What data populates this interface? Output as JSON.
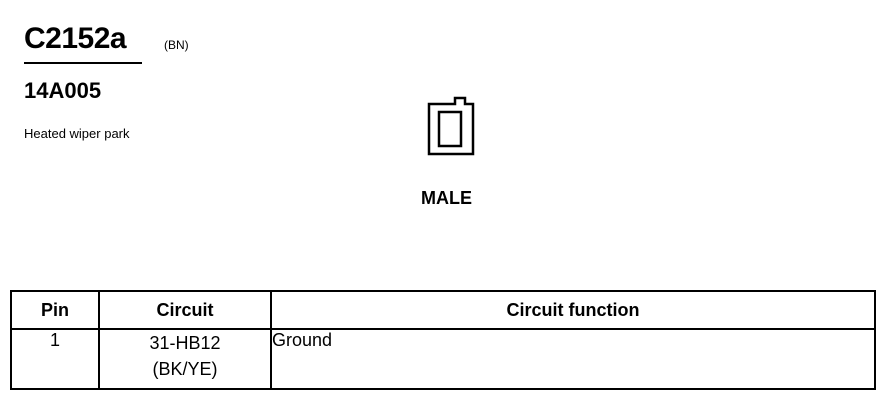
{
  "connector": {
    "id": "C2152a",
    "color_code": "(BN)",
    "part_number": "14A005",
    "description": "Heated wiper park",
    "gender": "MALE"
  },
  "pin_table": {
    "headers": {
      "pin": "Pin",
      "circuit": "Circuit",
      "function": "Circuit function"
    },
    "rows": [
      {
        "pin": "1",
        "circuit": "31-HB12",
        "wire_color": "(BK/YE)",
        "function": "Ground"
      }
    ]
  }
}
